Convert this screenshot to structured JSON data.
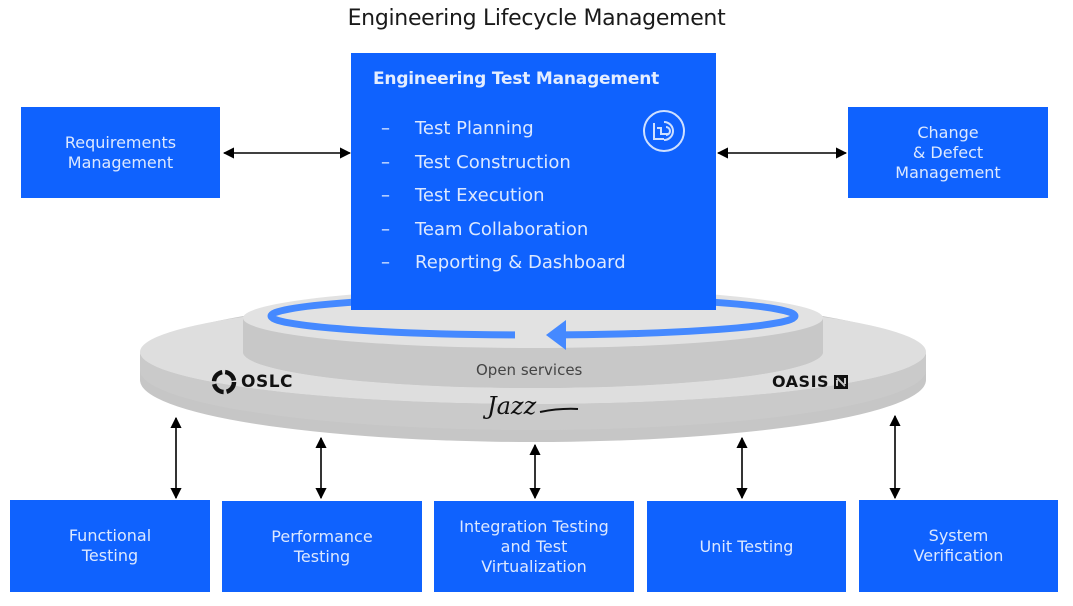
{
  "title": "Engineering Lifecycle Management",
  "central": {
    "title": "Engineering Test Management",
    "icon": "etm-logo-icon",
    "bullet": "–",
    "items": [
      "Test Planning",
      "Test Construction",
      "Test Execution",
      "Team Collaboration",
      "Reporting & Dashboard"
    ]
  },
  "side_boxes": {
    "left": [
      "Requirements",
      "Management"
    ],
    "right": [
      "Change",
      "& Defect",
      "Management"
    ]
  },
  "platform": {
    "label": "Open services",
    "logos": {
      "left": "OSLC",
      "right": "OASIS",
      "center": "Jazz"
    }
  },
  "bottom_boxes": [
    [
      "Functional",
      "Testing"
    ],
    [
      "Performance",
      "Testing"
    ],
    [
      "Integration Testing",
      "and Test",
      "Virtualization"
    ],
    [
      "Unit Testing"
    ],
    [
      "System",
      "Verification"
    ]
  ],
  "colors": {
    "box_blue": "#0f62fe",
    "box_text": "#dce8ff",
    "platform_top": "#e0e0e0",
    "platform_side": "#c6c6c6",
    "ring_blue": "#4589ff",
    "arrow": "#000000"
  }
}
